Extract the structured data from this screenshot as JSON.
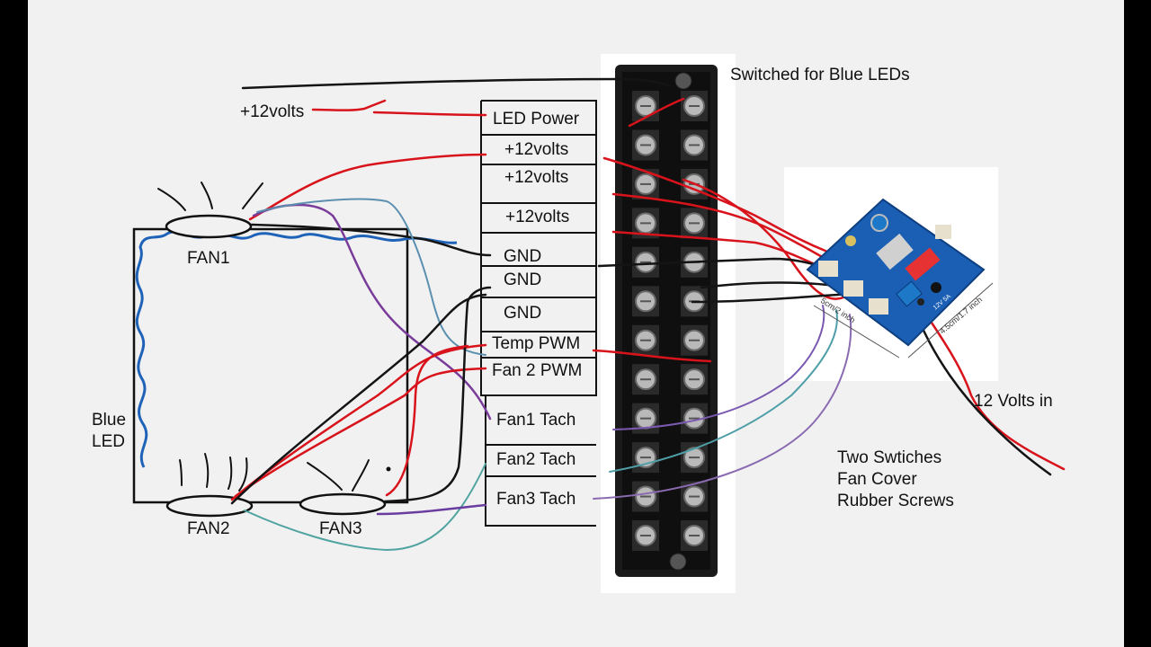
{
  "labels": {
    "switched_led": "Switched for Blue LEDs",
    "plus12_input": "+12volts",
    "twelve_volts_in": "12 Volts in",
    "blue_led_line1": "Blue",
    "blue_led_line2": "LED",
    "notes": [
      "Two Swtiches",
      "Fan Cover",
      "Rubber Screws"
    ]
  },
  "terminal_labels": [
    "LED Power",
    "+12volts",
    "+12volts",
    "+12volts",
    "GND",
    "GND",
    "GND",
    "Temp PWM",
    "Fan 2 PWM",
    "Fan1 Tach",
    "Fan2 Tach",
    "Fan3 Tach"
  ],
  "fans": [
    "FAN1",
    "FAN2",
    "FAN3"
  ],
  "pcb": {
    "dim1": "5cm/2 inch",
    "dim2": "4.5cm/1.7 inch",
    "silk": "12V 5A"
  },
  "colors": {
    "wire_red": "#d8131b",
    "wire_black": "#141414",
    "led_blue": "#1f63b8",
    "pcb_blue": "#1a5fb4",
    "background": "#f1f1f1"
  }
}
